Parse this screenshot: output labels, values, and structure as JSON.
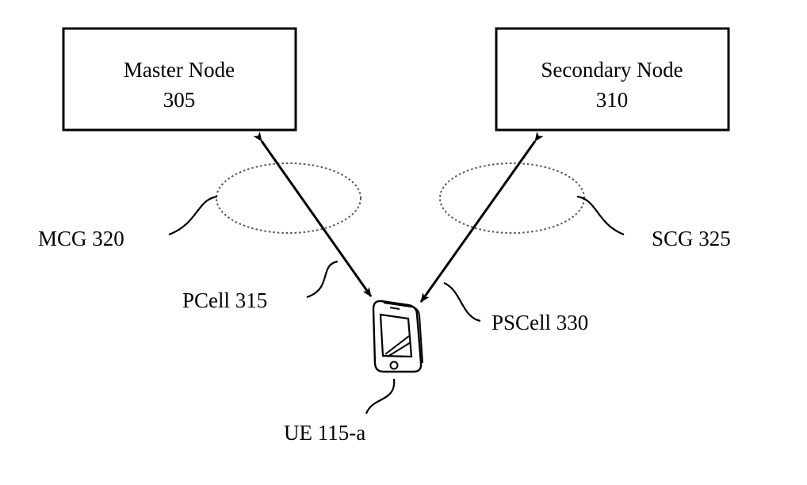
{
  "master_node": {
    "name": "Master Node",
    "id": "305"
  },
  "secondary_node": {
    "name": "Secondary Node",
    "id": "310"
  },
  "labels": {
    "mcg": "MCG 320",
    "scg": "SCG 325",
    "pcell": "PCell 315",
    "pscell": "PSCell 330",
    "ue": "UE 115-a"
  },
  "icons": {
    "device": "smartphone-icon",
    "link_end": "arrowhead-icon"
  }
}
